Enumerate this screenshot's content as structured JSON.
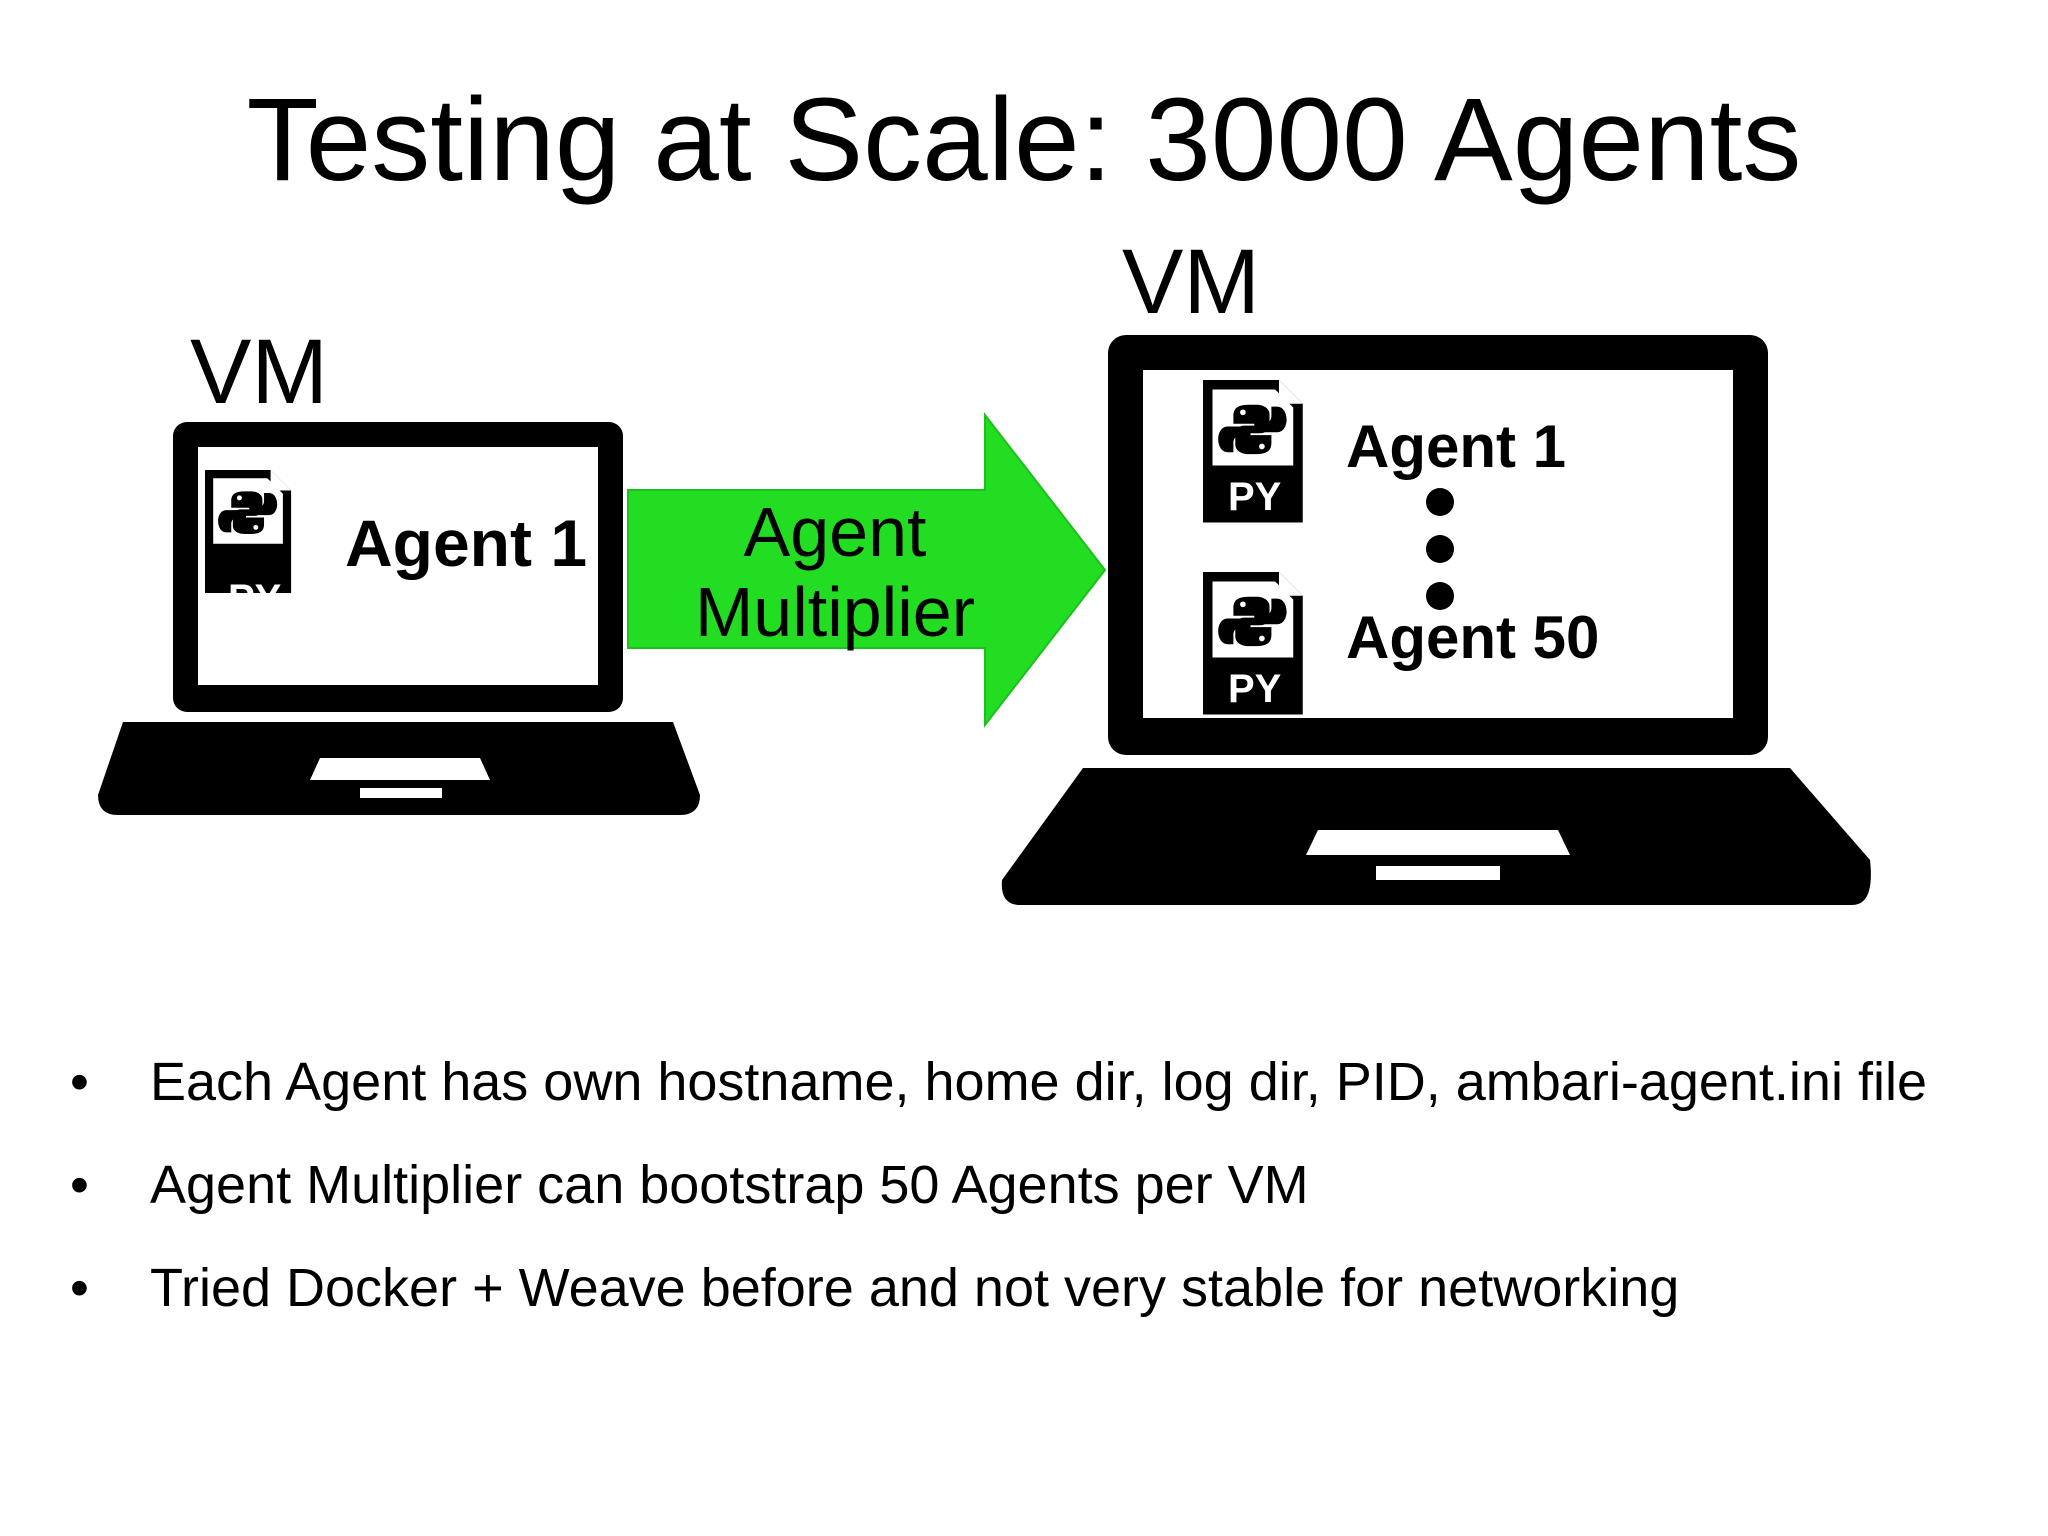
{
  "title": "Testing at Scale: 3000 Agents",
  "left_vm": {
    "label": "VM",
    "agent": "Agent 1",
    "file_badge": "PY"
  },
  "arrow": {
    "line1": "Agent",
    "line2": "Multiplier",
    "color": "#22dd22"
  },
  "right_vm": {
    "label": "VM",
    "agent_first": "Agent 1",
    "agent_last": "Agent 50",
    "file_badge": "PY"
  },
  "bullets": [
    "Each Agent has own hostname, home dir, log dir, PID, ambari-agent.ini file",
    "Agent Multiplier can bootstrap 50 Agents per VM",
    "Tried Docker + Weave before and not very stable for networking"
  ],
  "bullet_char": "•",
  "icons": [
    "laptop-icon",
    "python-file-icon",
    "arrow-right-icon"
  ]
}
